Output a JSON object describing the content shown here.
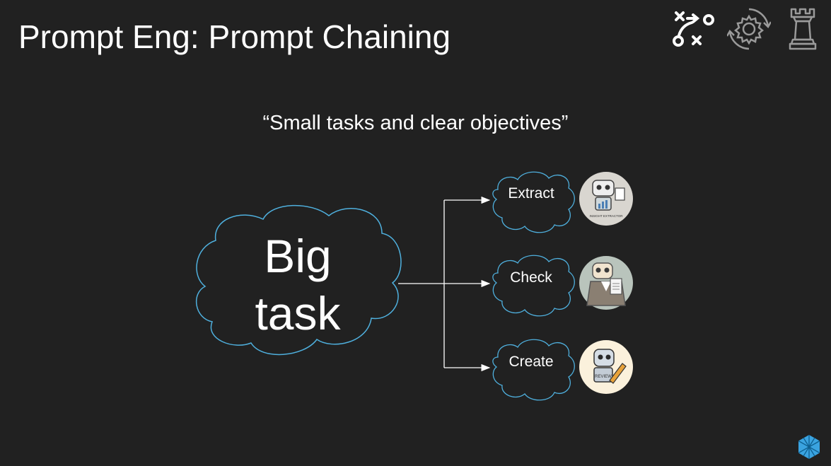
{
  "slide": {
    "title": "Prompt Eng: Prompt Chaining",
    "subtitle": "“Small tasks and clear objectives”"
  },
  "diagram": {
    "source": {
      "line1": "Big",
      "line2": "task"
    },
    "steps": [
      {
        "label": "Extract",
        "avatar": "insight-extractor-robot-avatar",
        "avatar_badge_text": "INSIGHT EXTRACTOR"
      },
      {
        "label": "Check",
        "avatar": "reviewer-robot-avatar"
      },
      {
        "label": "Create",
        "avatar": "writer-robot-avatar",
        "avatar_badge_text": "REVIEW"
      }
    ]
  },
  "header_icons": [
    "play-diagram-icon",
    "gear-cycle-icon",
    "chess-rook-icon"
  ],
  "footer_icon": "logo-hexagon-icon",
  "colors": {
    "background": "#212121",
    "cloud_outline": "#4fb0de",
    "text": "#ffffff",
    "connector": "#ffffff",
    "logo": "#3aa3e0"
  }
}
